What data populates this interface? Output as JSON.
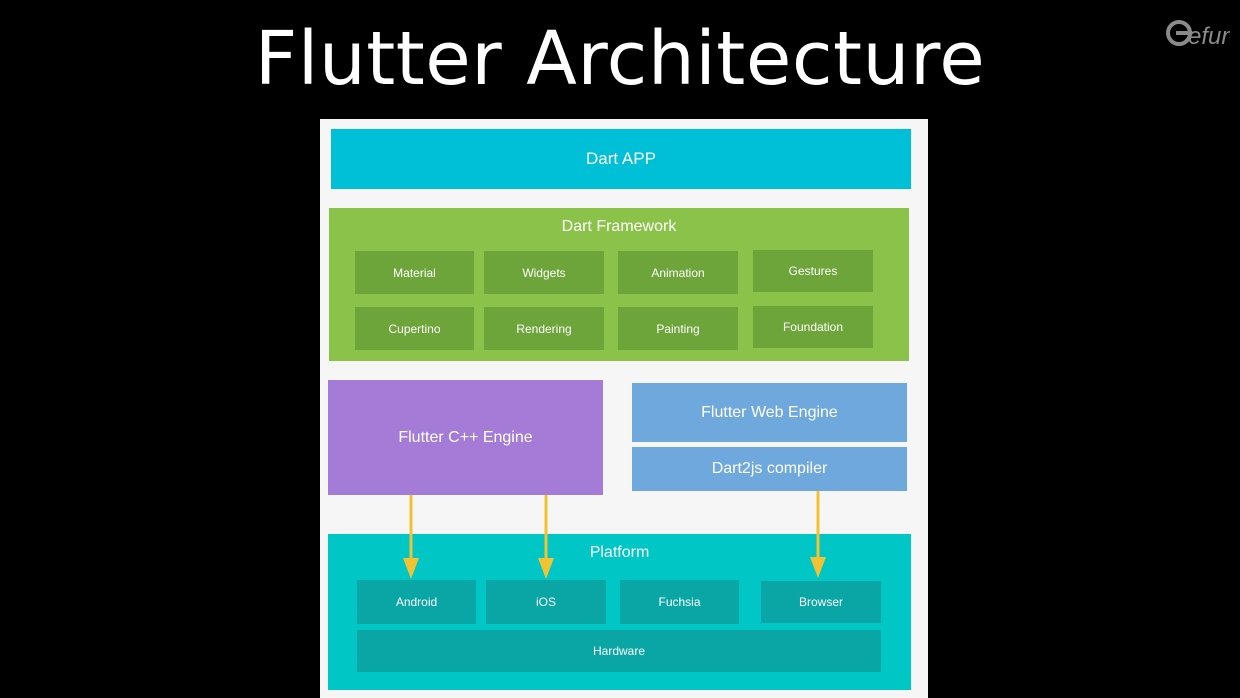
{
  "title": "Flutter Architecture",
  "logo_text": "efun",
  "colors": {
    "dart_app": "#00c0d8",
    "framework": "#8bc34a",
    "framework_cell": "#6ea53a",
    "cpp_engine": "#a47bd6",
    "web_engine": "#6fa8dc",
    "platform": "#00c6c6",
    "platform_cell": "#0aa5a5",
    "arrow": "#f1c232"
  },
  "dart_app": {
    "label": "Dart APP"
  },
  "framework": {
    "label": "Dart Framework",
    "row1": [
      "Material",
      "Widgets",
      "Animation",
      "Gestures"
    ],
    "row2": [
      "Cupertino",
      "Rendering",
      "Painting",
      "Foundation"
    ]
  },
  "cpp_engine": {
    "label": "Flutter C++ Engine"
  },
  "web_engine": {
    "label": "Flutter Web Engine"
  },
  "dart2js": {
    "label": "Dart2js compiler"
  },
  "platform": {
    "label": "Platform",
    "items": [
      "Android",
      "iOS",
      "Fuchsia",
      "Browser"
    ],
    "hardware": "Hardware"
  }
}
